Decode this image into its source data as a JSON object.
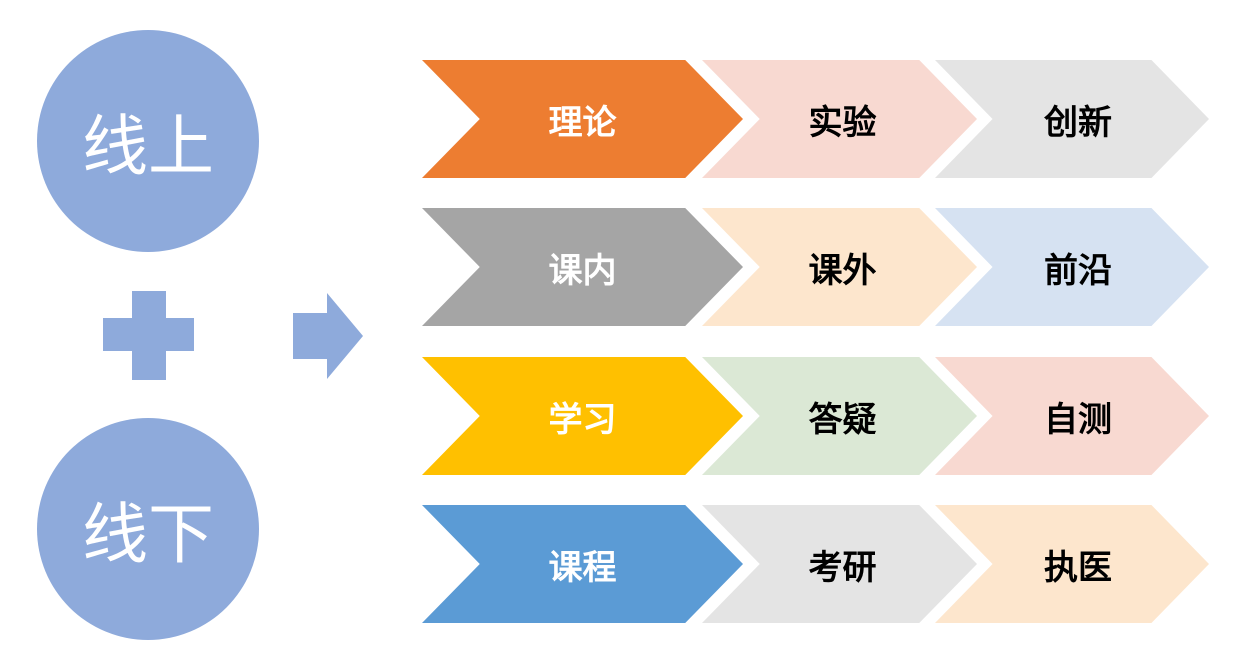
{
  "colors": {
    "circle": "#8eaadb",
    "circle_text": "#ffffff",
    "plus": "#8eaadb",
    "arrow": "#8eaadb"
  },
  "circles": {
    "online": {
      "label": "线上"
    },
    "offline": {
      "label": "线下"
    }
  },
  "icons": {
    "plus": "plus-icon",
    "arrow": "arrow-right-icon"
  },
  "rows": [
    {
      "items": [
        {
          "label": "理论",
          "bg": "#ed7d31",
          "fg": "#ffffff"
        },
        {
          "label": "实验",
          "bg": "#f8d9d1",
          "fg": "#000000"
        },
        {
          "label": "创新",
          "bg": "#e4e4e4",
          "fg": "#000000"
        }
      ]
    },
    {
      "items": [
        {
          "label": "课内",
          "bg": "#a5a5a5",
          "fg": "#ffffff"
        },
        {
          "label": "课外",
          "bg": "#fde6cd",
          "fg": "#000000"
        },
        {
          "label": "前沿",
          "bg": "#d6e2f2",
          "fg": "#000000"
        }
      ]
    },
    {
      "items": [
        {
          "label": "学习",
          "bg": "#ffc000",
          "fg": "#ffffff"
        },
        {
          "label": "答疑",
          "bg": "#dbe8d5",
          "fg": "#000000"
        },
        {
          "label": "自测",
          "bg": "#f8d9d1",
          "fg": "#000000"
        }
      ]
    },
    {
      "items": [
        {
          "label": "课程",
          "bg": "#5b9bd5",
          "fg": "#ffffff"
        },
        {
          "label": "考研",
          "bg": "#e4e4e4",
          "fg": "#000000"
        },
        {
          "label": "执医",
          "bg": "#fde6cd",
          "fg": "#000000"
        }
      ]
    }
  ]
}
